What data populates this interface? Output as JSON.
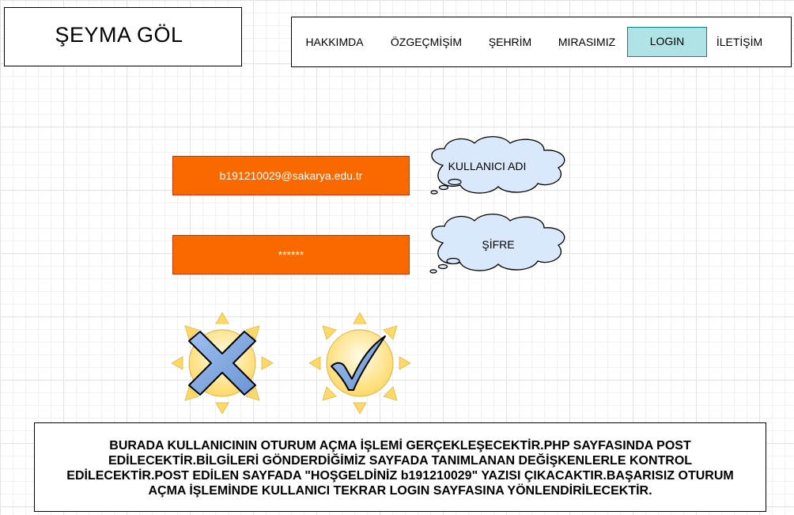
{
  "header": {
    "logo_text": "ŞEYMA GÖL"
  },
  "nav": {
    "items": [
      {
        "label": "HAKKIMDA",
        "active": false
      },
      {
        "label": "ÖZGEÇMİŞİM",
        "active": false
      },
      {
        "label": "ŞEHRİM",
        "active": false
      },
      {
        "label": "MIRASIMIZ",
        "active": false
      },
      {
        "label": "LOGIN",
        "active": true
      },
      {
        "label": "İLETİŞİM",
        "active": false
      }
    ]
  },
  "login_form": {
    "username_value": "b191210029@sakarya.edu.tr",
    "password_value": "******",
    "username_callout": "KULLANICI ADI",
    "password_callout": "ŞİFRE"
  },
  "icons": {
    "cancel": "x-mark-sun-icon",
    "confirm": "checkmark-sun-icon"
  },
  "colors": {
    "field_fill": "#fa6800",
    "field_border": "#c73500",
    "active_nav_fill": "#b0e3e6",
    "active_nav_border": "#0e8088",
    "cloud_fill": "#dae8fc",
    "cloud_stroke": "#000000",
    "sun_fill": "#ffe8a0",
    "sun_ray": "#ffd966",
    "mark_fill": "#7ea6e0"
  },
  "note": {
    "text": "BURADA KULLANICININ OTURUM AÇMA İŞLEMİ GERÇEKLEŞECEKTİR.PHP SAYFASINDA  POST EDİLECEKTİR.BİLGİLERİ GÖNDERDİĞİMİZ SAYFADA TANIMLANAN DEĞİŞKENLERLE KONTROL EDİLECEKTİR.POST EDİLEN SAYFADA \"HOŞGELDİNİZ b191210029\" YAZISI ÇIKACAKTIR.BAŞARISIZ OTURUM AÇMA İŞLEMİNDE  KULLANICI TEKRAR LOGIN SAYFASINA YÖNLENDİRİLECEKTİR."
  }
}
